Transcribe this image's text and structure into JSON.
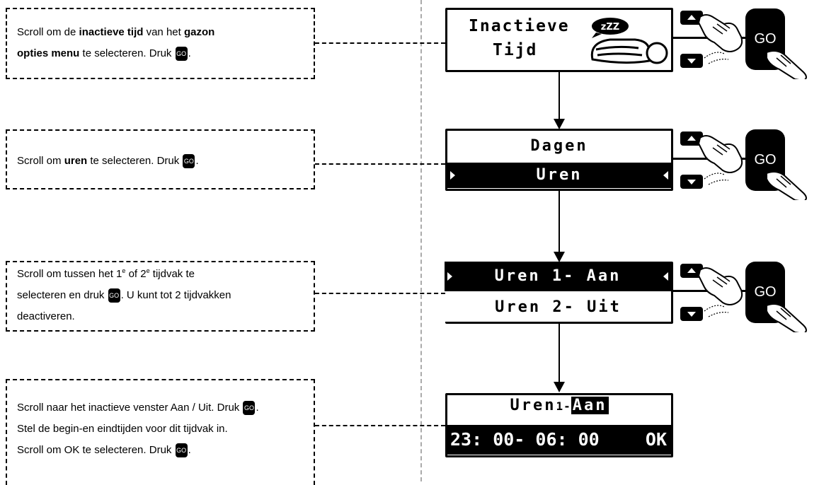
{
  "steps": [
    {
      "lines": [
        [
          "Scroll om de ",
          {
            "b": "inactieve tijd"
          },
          " van het ",
          {
            "b": "gazon"
          }
        ],
        [
          {
            "b": "opties menu"
          },
          " te selecteren. Druk ",
          {
            "go": "GO"
          },
          "."
        ]
      ],
      "screen": {
        "line1": "Inactieve",
        "line2": "Tijd",
        "bubble": "zZZ"
      }
    },
    {
      "lines": [
        [
          "Scroll om ",
          {
            "b": "uren"
          },
          " te selecteren. Druk ",
          {
            "go": "GO"
          },
          "."
        ]
      ],
      "screen": {
        "top": "Dagen",
        "selected": "Uren"
      }
    },
    {
      "lines": [
        [
          "Scroll om tussen het 1",
          {
            "sup": "e"
          },
          " of 2",
          {
            "sup": "e"
          },
          " tijdvak te"
        ],
        [
          "selecteren en druk ",
          {
            "go": "GO"
          },
          ". U kunt tot 2 tijdvakken"
        ],
        [
          "deactiveren."
        ]
      ],
      "screen": {
        "selected": "Uren 1- Aan",
        "bottom": "Uren 2- Uit"
      }
    },
    {
      "lines": [
        [
          "Scroll naar het inactieve venster Aan / Uit. Druk ",
          {
            "go": "GO"
          },
          "."
        ],
        [
          "Stel de begin-en eindtijden voor dit tijdvak in."
        ],
        [
          "Scroll om OK te selecteren. Druk ",
          {
            "go": "GO"
          },
          "."
        ]
      ],
      "screen": {
        "title_prefix": "Uren",
        "title_num": "1-",
        "title_hl": "Aan",
        "time": "23: 00- 06: 00",
        "ok": "OK"
      }
    }
  ],
  "go_label": "GO"
}
